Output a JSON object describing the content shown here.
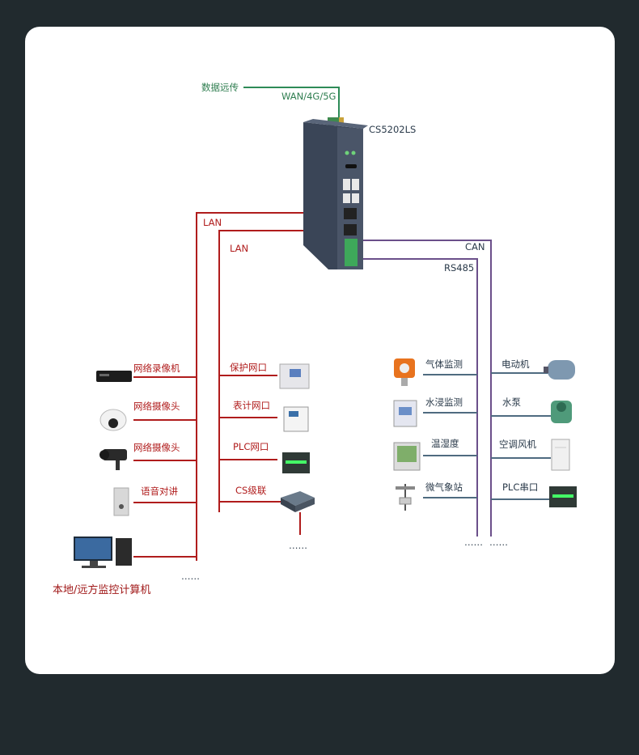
{
  "top": {
    "remote_label": "数据远传",
    "wan_label": "WAN/4G/5G",
    "device_model": "CS5202LS"
  },
  "lan": {
    "lan1": "LAN",
    "lan2": "LAN"
  },
  "bus": {
    "can": "CAN",
    "rs485": "RS485"
  },
  "lan1_devices": [
    "网络录像机",
    "网络摄像头",
    "网络摄像头",
    "语音对讲"
  ],
  "lan2_devices": [
    "保护网口",
    "表计网口",
    "PLC网口",
    "CS级联"
  ],
  "rs485_devices": [
    "气体监测",
    "水浸监测",
    "温湿度",
    "微气象站"
  ],
  "can_devices": [
    "电动机",
    "水泵",
    "空调风机",
    "PLC串口"
  ],
  "computer_label": "本地/远方监控计算机",
  "ellipsis": "……",
  "colors": {
    "lan": "#b01c1c",
    "bus": "#6b4f8a",
    "remote": "#2e8b57",
    "card": "#ffffff",
    "bg": "#212a2e"
  }
}
